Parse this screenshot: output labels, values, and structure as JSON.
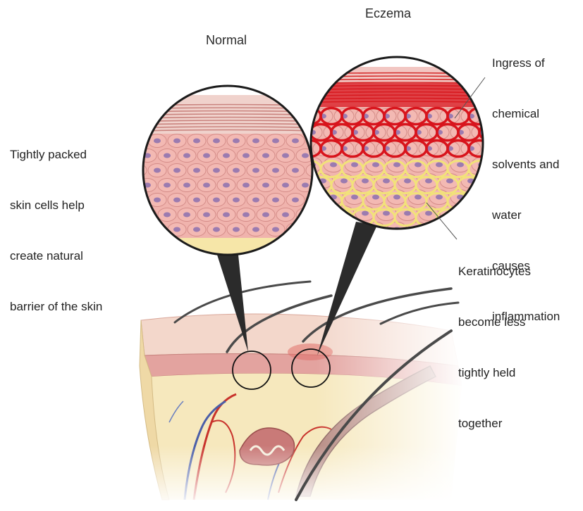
{
  "titles": {
    "normal": "Normal",
    "eczema": "Eczema"
  },
  "labels": {
    "normal_barrier": [
      "Tightly packed",
      "skin cells help",
      "create natural",
      "barrier of the skin"
    ],
    "ingress": [
      "Ingress of",
      "chemical",
      "solvents and",
      "water",
      "causes",
      "inflammation"
    ],
    "keratinocytes": [
      "Keratinocytes",
      "become less",
      "tightly held",
      "together"
    ]
  },
  "colors": {
    "skin_surface": "#f2d3c6",
    "epidermis_pink": "#e9a9a6",
    "dermis_yellow": "#f6e7b4",
    "cell_fill": "#f3b9b3",
    "nucleus": "#9b7bb0",
    "inflammation_red": "#d8141c",
    "gap_yellow": "#f2e27a",
    "vessel_red": "#c8322b",
    "vessel_blue": "#4a5ea8",
    "hair": "#4a4a4a"
  }
}
